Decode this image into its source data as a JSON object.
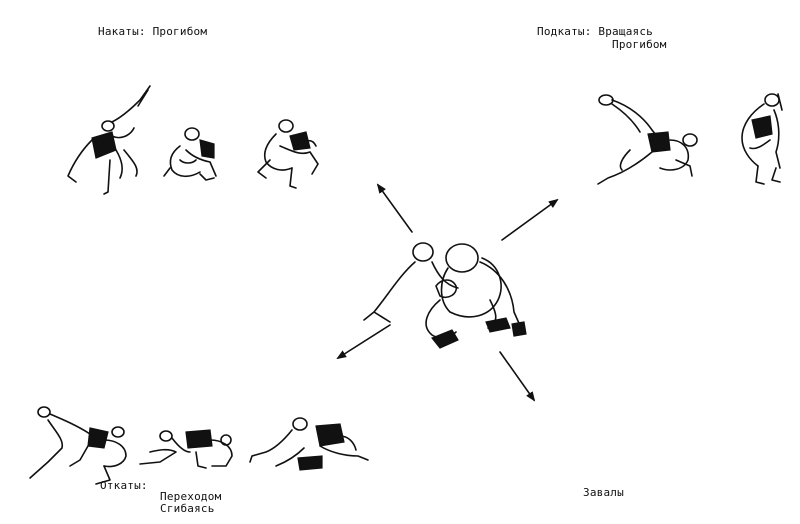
{
  "labels": {
    "top_left": "Накаты: Прогибом",
    "top_right_line1": "Подкаты: Вращаясь",
    "top_right_line2": "Прогибом",
    "bottom_left_line1": "Откаты:",
    "bottom_left_line2": "Переходом",
    "bottom_left_line3": "Сгибаясь",
    "bottom_right": "Завалы"
  }
}
